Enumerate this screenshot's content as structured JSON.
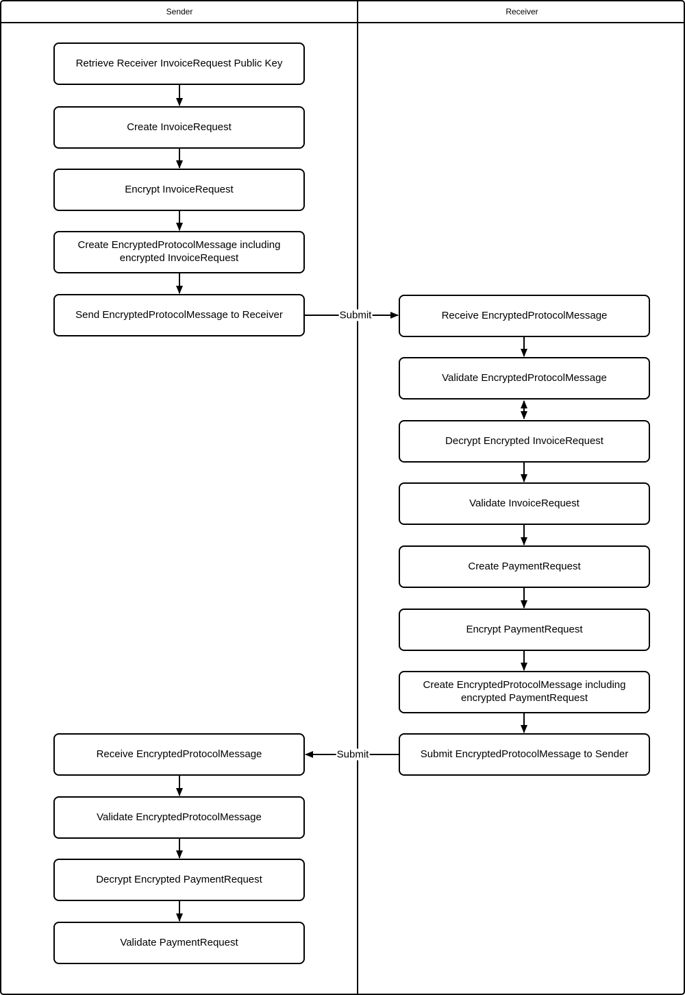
{
  "lanes": {
    "sender": "Sender",
    "receiver": "Receiver"
  },
  "sender_nodes": [
    {
      "label": "Retrieve Receiver InvoiceRequest Public Key"
    },
    {
      "label": "Create InvoiceRequest"
    },
    {
      "label": "Encrypt InvoiceRequest"
    },
    {
      "label": "Create EncryptedProtocolMessage including encrypted InvoiceRequest"
    },
    {
      "label": "Send EncryptedProtocolMessage to Receiver"
    },
    {
      "label": "Receive EncryptedProtocolMessage"
    },
    {
      "label": "Validate EncryptedProtocolMessage"
    },
    {
      "label": "Decrypt Encrypted PaymentRequest"
    },
    {
      "label": "Validate PaymentRequest"
    }
  ],
  "receiver_nodes": [
    {
      "label": "Receive EncryptedProtocolMessage"
    },
    {
      "label": "Validate EncryptedProtocolMessage"
    },
    {
      "label": "Decrypt Encrypted InvoiceRequest"
    },
    {
      "label": "Validate InvoiceRequest"
    },
    {
      "label": "Create PaymentRequest"
    },
    {
      "label": "Encrypt PaymentRequest"
    },
    {
      "label": "Create EncryptedProtocolMessage including encrypted PaymentRequest"
    },
    {
      "label": "Submit EncryptedProtocolMessage to Sender"
    }
  ],
  "connectors": {
    "submit_to_receiver_label": "Submit",
    "submit_to_sender_label": "Submit"
  },
  "colors": {
    "stroke": "#000000",
    "fill": "#ffffff",
    "text": "#000000"
  }
}
